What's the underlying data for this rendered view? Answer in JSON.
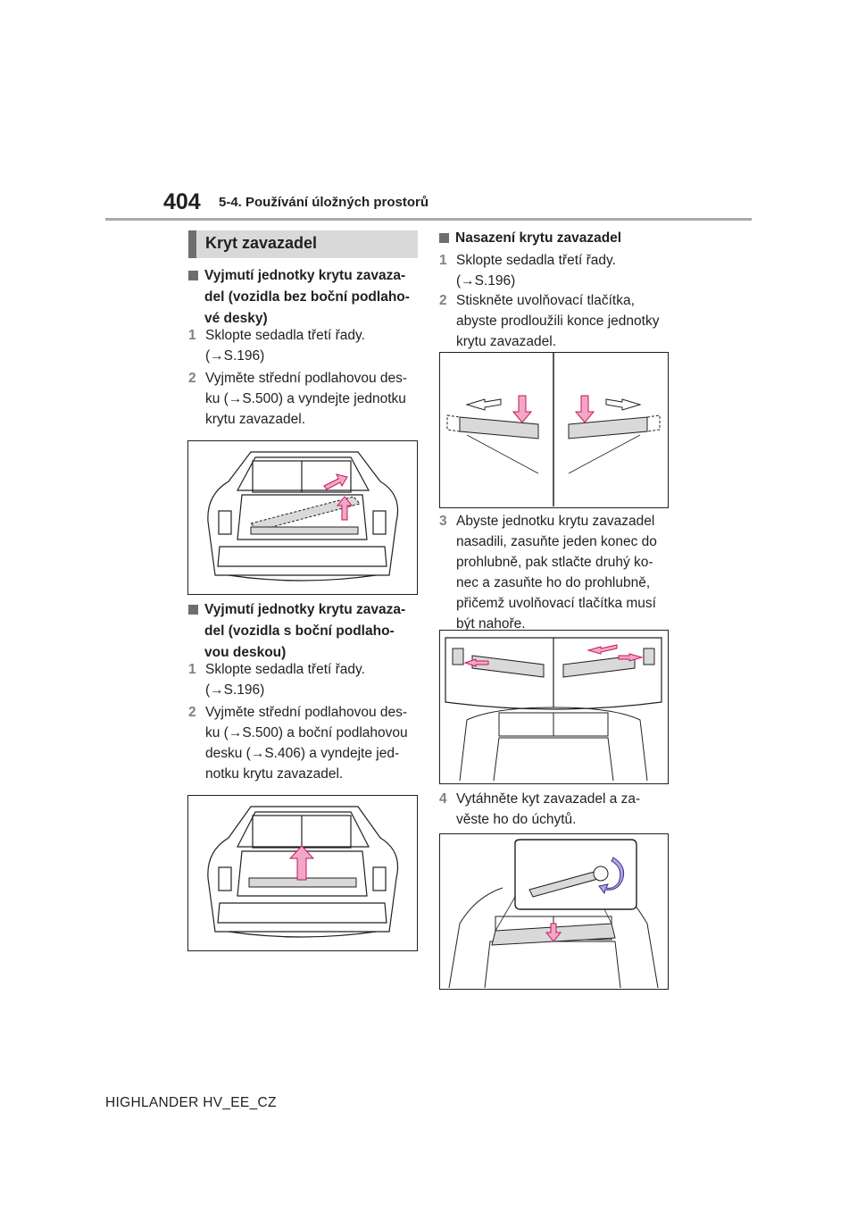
{
  "header": {
    "page_number": "404",
    "section": "5-4. Používání úložných prostorů"
  },
  "section_title": "Kryt zavazadel",
  "left_column": {
    "subsection1": {
      "heading_lines": [
        "Vyjmutí jednotky krytu zavaza-",
        "del (vozidla bez boční podlaho-",
        "vé desky)"
      ],
      "steps": [
        {
          "num": "1",
          "lines": [
            "Sklopte sedadla třetí řady.",
            "(→S.196)"
          ]
        },
        {
          "num": "2",
          "lines": [
            "Vyjměte střední podlahovou des-",
            "ku (→S.500) a vyndejte jednotku",
            "krytu zavazadel."
          ]
        }
      ]
    },
    "subsection2": {
      "heading_lines": [
        "Vyjmutí jednotky krytu zavaza-",
        "del (vozidla s boční podlaho-",
        "vou deskou)"
      ],
      "steps": [
        {
          "num": "1",
          "lines": [
            "Sklopte sedadla třetí řady.",
            "(→S.196)"
          ]
        },
        {
          "num": "2",
          "lines": [
            "Vyjměte střední podlahovou des-",
            "ku (→S.500) a boční podlahovou",
            "desku (→S.406) a vyndejte jed-",
            "notku krytu zavazadel."
          ]
        }
      ]
    }
  },
  "right_column": {
    "heading": "Nasazení krytu zavazadel",
    "steps": [
      {
        "num": "1",
        "lines": [
          "Sklopte sedadla třetí řady.",
          "(→S.196)"
        ]
      },
      {
        "num": "2",
        "lines": [
          "Stiskněte uvolňovací tlačítka,",
          "abyste prodloužili konce jednotky",
          "krytu zavazadel."
        ]
      },
      {
        "num": "3",
        "lines": [
          "Abyste jednotku krytu zavazadel",
          "nasadili, zasuňte jeden konec do",
          "prohlubně, pak stlačte druhý ko-",
          "nec a zasuňte ho do prohlubně,",
          "přičemž uvolňovací tlačítka musí",
          "být nahoře."
        ]
      },
      {
        "num": "4",
        "lines": [
          "Vytáhněte kyt zavazadel a za-",
          "věste ho do úchytů."
        ]
      }
    ]
  },
  "footer": "HIGHLANDER HV_EE_CZ",
  "colors": {
    "title_box": "#d9d9d9",
    "title_bar": "#6d6e71",
    "header_rule": "#a7a9ac",
    "arrow_fill": "#f4a6c8",
    "arrow_stroke": "#c2185b",
    "step_number": "#808285"
  }
}
